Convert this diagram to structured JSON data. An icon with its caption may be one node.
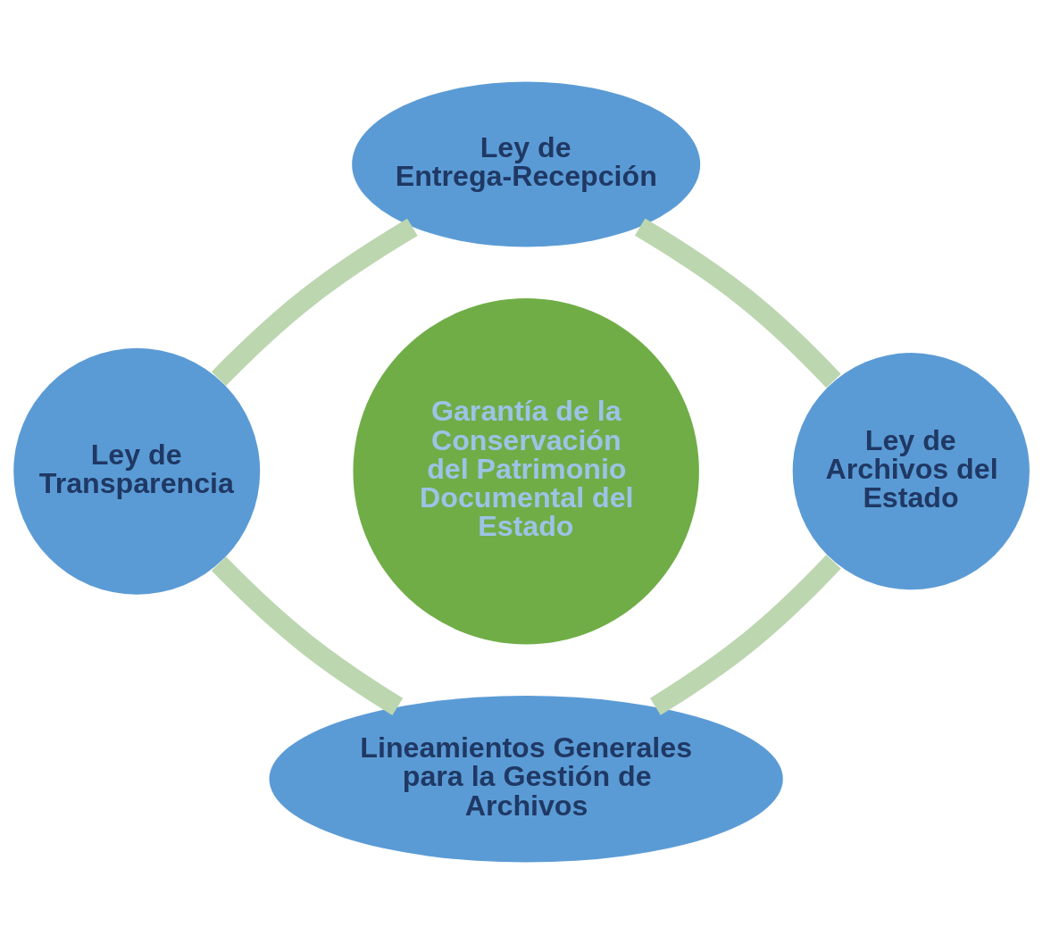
{
  "diagram": {
    "nodes": [
      {
        "text": [
          "Garantía de la Conservación del Patrimonio Documental del Estado"
        ]
      },
      {
        "text": [
          "Ley de Entrega-Recepción"
        ]
      },
      {
        "text": [
          "Ley de Archivos del Estado"
        ]
      },
      {
        "text": [
          "Lineamientos Generales para la Gestión de Archivos"
        ]
      },
      {
        "text": [
          "Ley de Transparencia"
        ]
      }
    ],
    "edges": [
      {
        "from": 1,
        "to": 2,
        "arrow": "none"
      },
      {
        "from": 2,
        "to": 3,
        "arrow": "none"
      },
      {
        "from": 3,
        "to": 4,
        "arrow": "none"
      },
      {
        "from": 4,
        "to": 1,
        "arrow": "none"
      }
    ]
  }
}
